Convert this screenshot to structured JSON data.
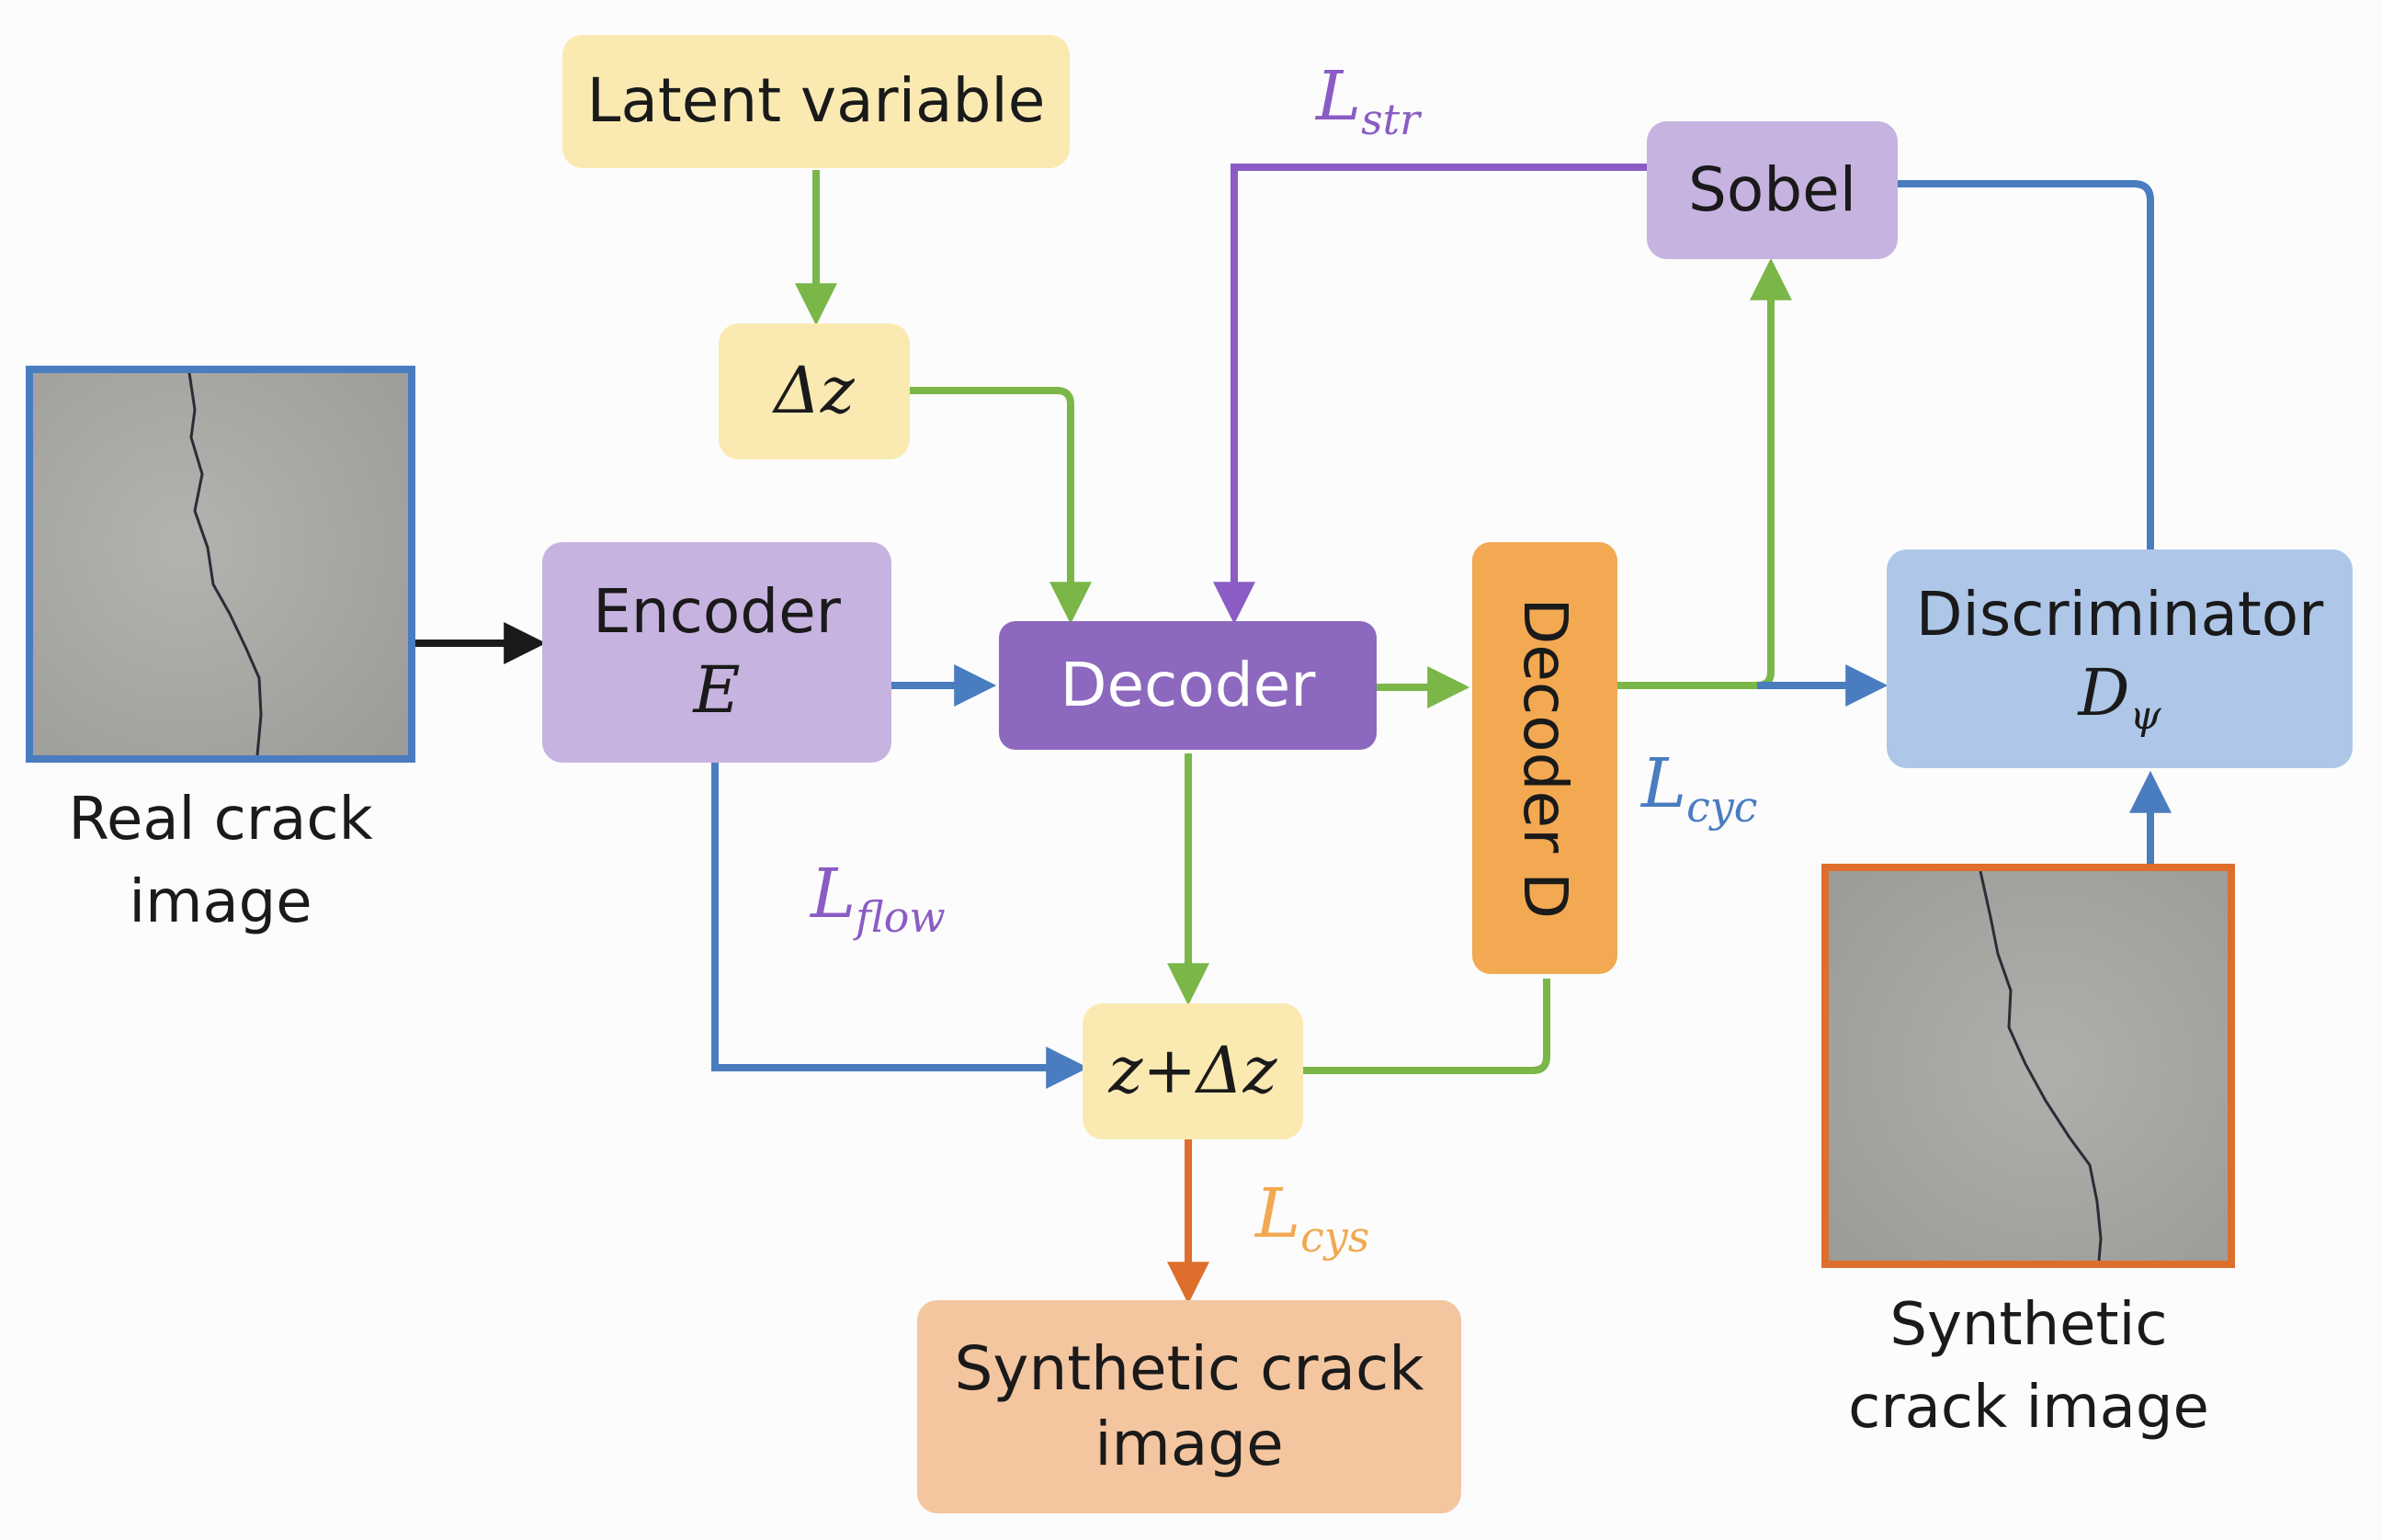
{
  "nodes": {
    "latent": {
      "label": "Latent variable"
    },
    "dz": {
      "math": "Δz"
    },
    "encoder": {
      "label": "Encoder",
      "math": "E"
    },
    "decoder": {
      "label": "Decoder"
    },
    "decoder_d": {
      "label": "Decoder D"
    },
    "sobel": {
      "label": "Sobel"
    },
    "discriminator": {
      "label": "Discriminator",
      "math_main": "D",
      "math_sub": "ψ"
    },
    "zdz": {
      "math": "z+Δz"
    },
    "synthetic_out": {
      "line1": "Synthetic crack",
      "line2": "image"
    }
  },
  "images": {
    "real": {
      "caption_line1": "Real crack",
      "caption_line2": "image"
    },
    "synthetic": {
      "caption_line1": "Synthetic",
      "caption_line2": "crack image"
    }
  },
  "losses": {
    "str": {
      "main": "L",
      "sub": "str"
    },
    "flow": {
      "main": "L",
      "sub": "flow"
    },
    "cyc": {
      "main": "L",
      "sub": "cyc"
    },
    "cys": {
      "main": "L",
      "sub": "cys"
    }
  },
  "colors": {
    "green": "#7ab648",
    "blue": "#4a7cc0",
    "purple": "#8a5cc4",
    "orange": "#dd6e2c",
    "black": "#1a1a1a",
    "yellow_box": "#faeab2",
    "purple_light": "#c7b3e0",
    "purple_dark": "#8c68be",
    "orange_box": "#f2a952",
    "blue_box": "#aec7e8",
    "peach_box": "#f4c6a0"
  }
}
